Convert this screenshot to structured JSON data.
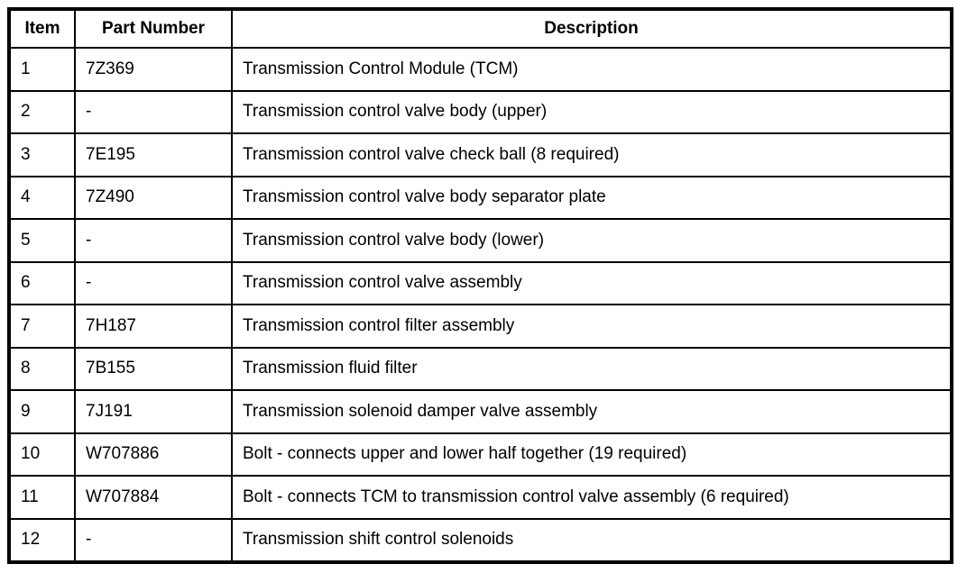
{
  "table": {
    "headers": [
      "Item",
      "Part Number",
      "Description"
    ],
    "rows": [
      {
        "item": "1",
        "part_number": "7Z369",
        "description": "Transmission Control Module (TCM)"
      },
      {
        "item": "2",
        "part_number": "-",
        "description": "Transmission control valve body (upper)"
      },
      {
        "item": "3",
        "part_number": "7E195",
        "description": "Transmission control valve check ball (8 required)"
      },
      {
        "item": "4",
        "part_number": "7Z490",
        "description": "Transmission control valve body separator plate"
      },
      {
        "item": "5",
        "part_number": "-",
        "description": "Transmission control valve body (lower)"
      },
      {
        "item": "6",
        "part_number": "-",
        "description": "Transmission control valve assembly"
      },
      {
        "item": "7",
        "part_number": "7H187",
        "description": "Transmission control filter assembly"
      },
      {
        "item": "8",
        "part_number": "7B155",
        "description": "Transmission fluid filter"
      },
      {
        "item": "9",
        "part_number": "7J191",
        "description": "Transmission solenoid damper valve assembly"
      },
      {
        "item": "10",
        "part_number": "W707886",
        "description": "Bolt - connects upper and lower half together (19 required)"
      },
      {
        "item": "11",
        "part_number": "W707884",
        "description": "Bolt - connects TCM to transmission control valve assembly (6 required)"
      },
      {
        "item": "12",
        "part_number": "-",
        "description": "Transmission shift control solenoids"
      }
    ],
    "colors": {
      "border": "#000000",
      "text": "#000000",
      "background": "#ffffff"
    }
  }
}
